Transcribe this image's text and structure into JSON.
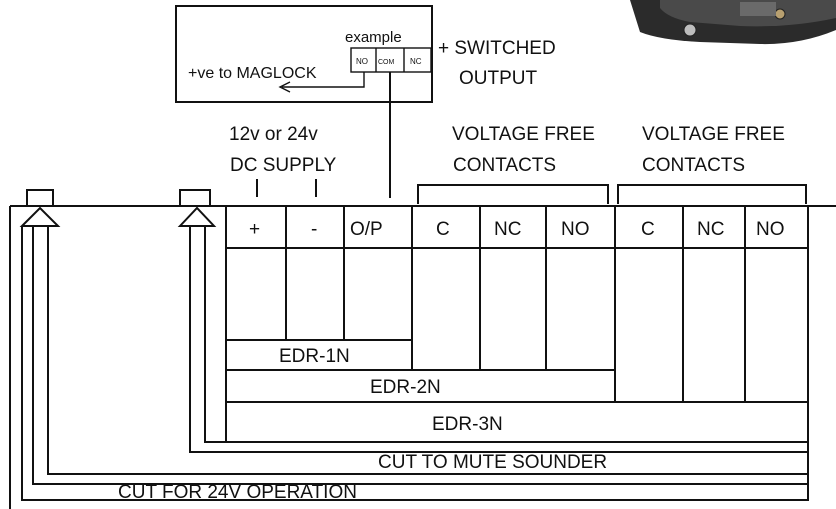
{
  "example_box": {
    "title": "example",
    "relay_terminals": [
      "NO",
      "COM",
      "NC"
    ],
    "arrow_label": "+ve to MAGLOCK"
  },
  "switched_output": {
    "line1": "+ SWITCHED",
    "line2": "OUTPUT"
  },
  "supply": {
    "line1": "12v or 24v",
    "line2": "DC SUPPLY"
  },
  "contacts_group_1": {
    "line1": "VOLTAGE FREE",
    "line2": "CONTACTS"
  },
  "contacts_group_2": {
    "line1": "VOLTAGE FREE",
    "line2": "CONTACTS"
  },
  "terminals": [
    "+",
    "-",
    "O/P",
    "C",
    "NC",
    "NO",
    "C",
    "NC",
    "NO"
  ],
  "models": {
    "edr1n": "EDR-1N",
    "edr2n": "EDR-2N",
    "edr3n": "EDR-3N"
  },
  "cut_mute": "CUT TO MUTE SOUNDER",
  "cut_24v": "CUT FOR 24V OPERATION",
  "colors": {
    "stroke": "#111111",
    "background": "#ffffff",
    "photo_dark": "#3a3a3a"
  }
}
